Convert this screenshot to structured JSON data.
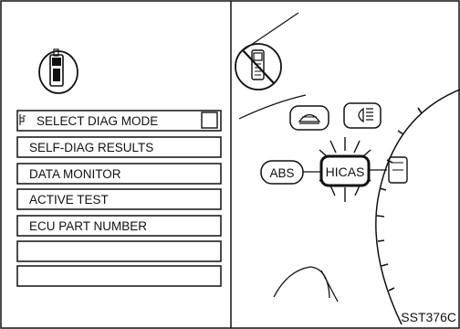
{
  "consult_screen": {
    "title": "SELECT DIAG MODE",
    "menu_items": [
      "SELF-DIAG RESULTS",
      "DATA MONITOR",
      "ACTIVE TEST",
      "ECU PART NUMBER",
      "",
      ""
    ]
  },
  "instrument_cluster": {
    "warning_lamps": {
      "abs": "ABS",
      "hicas": "HICAS"
    },
    "icons": [
      "no-consult-tester-icon",
      "warning-lamp-icon",
      "headlamp-icon",
      "fuel-pump-icon"
    ]
  },
  "figure_code": "SST376C"
}
